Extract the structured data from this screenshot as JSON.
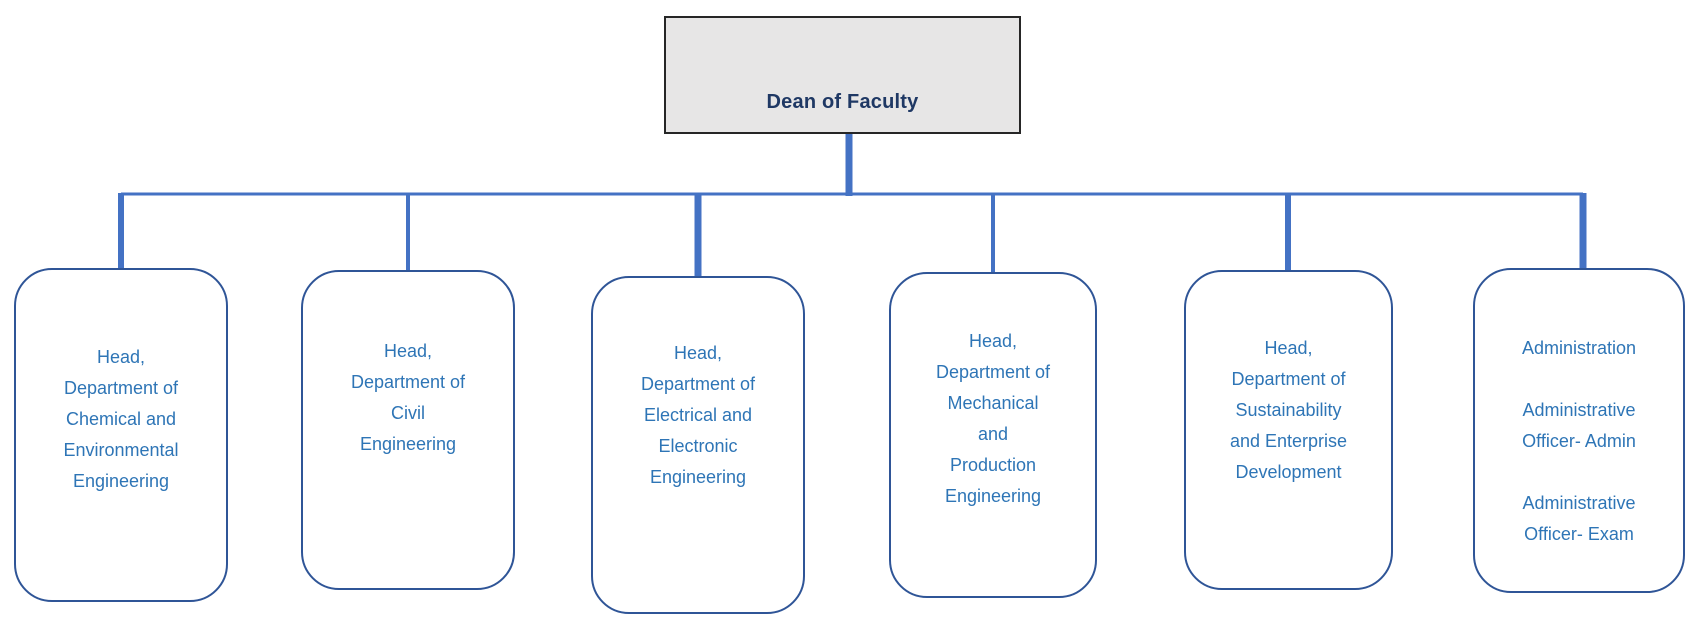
{
  "chart_data": {
    "type": "org-chart",
    "title": "",
    "root": {
      "label": "Dean of Faculty"
    },
    "children": [
      {
        "lines": [
          "Head,",
          "Department of",
          "Chemical and",
          "Environmental",
          "Engineering"
        ]
      },
      {
        "lines": [
          "Head,",
          "Department of",
          "Civil",
          "Engineering"
        ]
      },
      {
        "lines": [
          "Head,",
          "Department of",
          "Electrical and",
          "Electronic",
          "Engineering"
        ]
      },
      {
        "lines": [
          "Head,",
          "Department of",
          "Mechanical",
          "and",
          "Production",
          "Engineering"
        ]
      },
      {
        "lines": [
          "Head,",
          "Department of",
          "Sustainability",
          "and Enterprise",
          "Development"
        ]
      },
      {
        "lines": [
          "Administration",
          "",
          "Administrative",
          "Officer- Admin",
          "",
          "Administrative",
          "Officer- Exam"
        ]
      }
    ]
  },
  "colors": {
    "connector_blue": "#4472C4",
    "box_border_blue": "#2F5597",
    "box_text_blue": "#2E75B6",
    "root_text_navy": "#1F3864",
    "root_fill_gray": "#E7E6E6",
    "root_border_black": "#262626"
  }
}
